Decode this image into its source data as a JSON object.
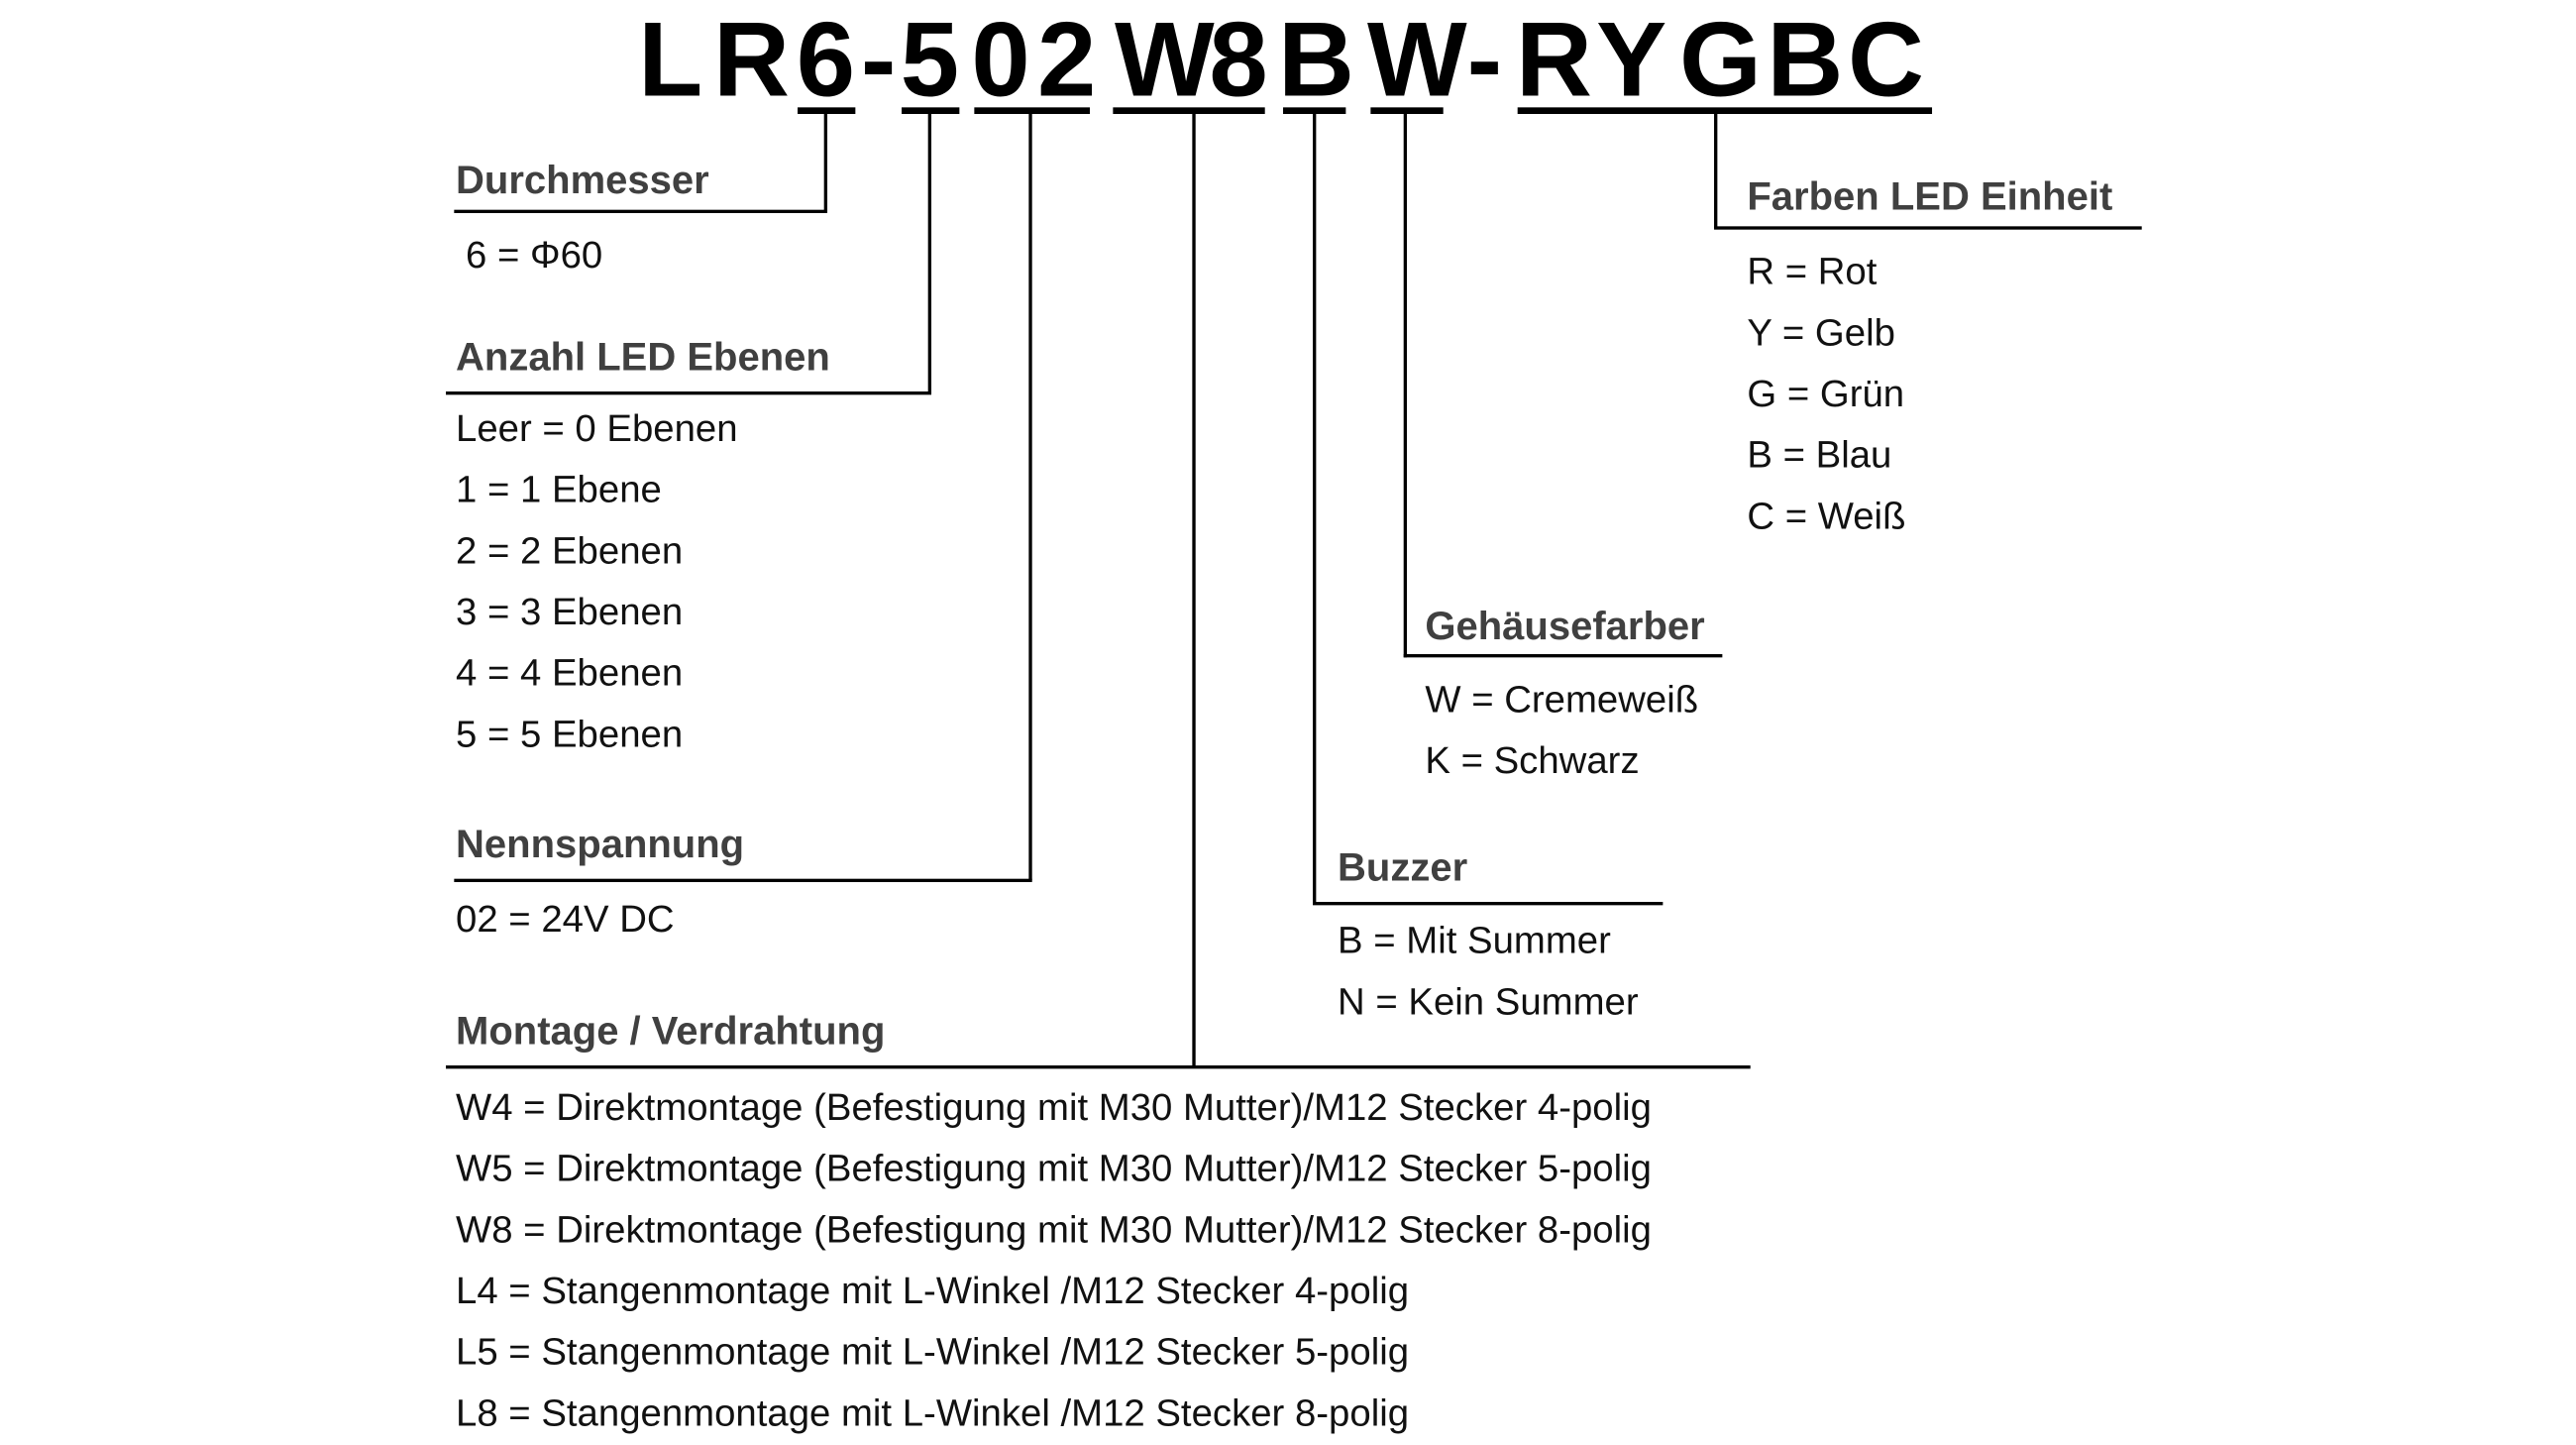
{
  "code": {
    "chars": [
      "L",
      "R",
      "6",
      "-",
      "5",
      "0",
      "2",
      "W",
      "8",
      "B",
      "W",
      "-",
      "R",
      "Y",
      "G",
      "B",
      "C"
    ]
  },
  "sections": {
    "durchmesser": {
      "heading": "Durchmesser",
      "items": [
        "6 = Φ60"
      ]
    },
    "ebenen": {
      "heading": "Anzahl LED Ebenen",
      "items": [
        "Leer = 0 Ebenen",
        "1 = 1 Ebene",
        "2 = 2 Ebenen",
        "3 = 3 Ebenen",
        "4 = 4 Ebenen",
        "5 = 5 Ebenen"
      ]
    },
    "nennspannung": {
      "heading": "Nennspannung",
      "items": [
        "02 = 24V DC"
      ]
    },
    "montage": {
      "heading": "Montage / Verdrahtung",
      "items": [
        "W4 = Direktmontage (Befestigung mit M30 Mutter)/M12 Stecker 4-polig",
        "W5 = Direktmontage (Befestigung mit M30 Mutter)/M12 Stecker 5-polig",
        "W8 = Direktmontage (Befestigung mit M30 Mutter)/M12 Stecker 8-polig",
        "L4 = Stangenmontage mit L-Winkel /M12 Stecker 4-polig",
        "L5 = Stangenmontage mit L-Winkel /M12 Stecker 5-polig",
        "L8 = Stangenmontage mit L-Winkel /M12 Stecker 8-polig"
      ]
    },
    "buzzer": {
      "heading": "Buzzer",
      "items": [
        "B = Mit Summer",
        "N = Kein Summer"
      ]
    },
    "gehaeuse": {
      "heading": "Gehäusefarber",
      "items": [
        "W = Cremeweiß",
        "K = Schwarz"
      ]
    },
    "farben": {
      "heading": "Farben LED Einheit",
      "items": [
        "R = Rot",
        "Y = Gelb",
        "G = Grün",
        "B = Blau",
        "C = Weiß"
      ]
    }
  }
}
